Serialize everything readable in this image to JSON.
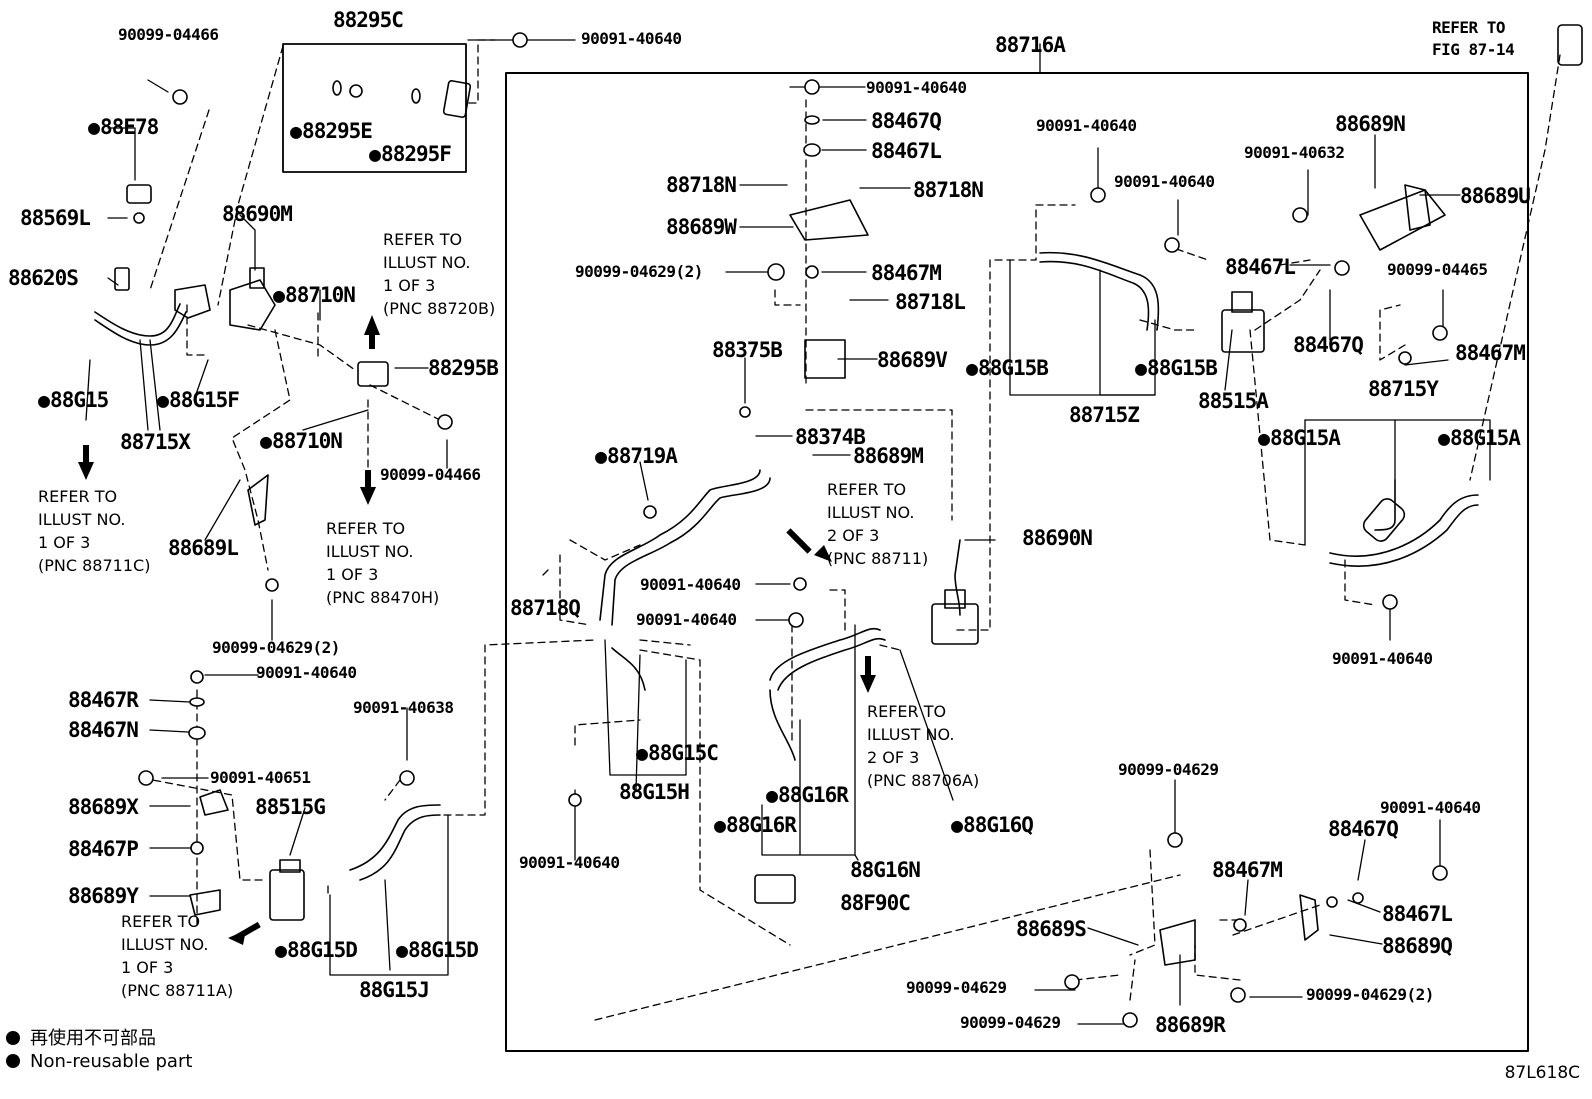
{
  "ref_corner": {
    "line1": "REFER TO",
    "line2": "FIG 87-14"
  },
  "notes": {
    "n1": [
      "REFER TO",
      "ILLUST NO.",
      "1 OF 3",
      "(PNC 88720B)"
    ],
    "n2": [
      "REFER TO",
      "ILLUST NO.",
      "1 OF 3",
      "(PNC 88711C)"
    ],
    "n3": [
      "REFER TO",
      "ILLUST NO.",
      "1 OF 3",
      "(PNC 88470H)"
    ],
    "n4": [
      "REFER TO",
      "ILLUST NO.",
      "2 OF 3",
      "(PNC 88711)"
    ],
    "n5": [
      "REFER TO",
      "ILLUST NO.",
      "2 OF 3",
      "(PNC 88706A)"
    ],
    "n6": [
      "REFER TO",
      "ILLUST NO.",
      "1 OF 3",
      "(PNC 88711A)"
    ]
  },
  "legend": {
    "line1": "再使用不可部品",
    "line2": "Non-reusable part"
  },
  "illustration_code": "87L618C",
  "parts": [
    {
      "id": "p0",
      "text": "90099-04466"
    },
    {
      "id": "p1",
      "text": "88295C"
    },
    {
      "id": "p2",
      "text": "90091-40640"
    },
    {
      "id": "p3",
      "text": "88716A"
    },
    {
      "id": "p4",
      "text": "88E78"
    },
    {
      "id": "p5",
      "text": "88295E"
    },
    {
      "id": "p6",
      "text": "88295F"
    },
    {
      "id": "p7",
      "text": "88569L"
    },
    {
      "id": "p8",
      "text": "88690M"
    },
    {
      "id": "p9",
      "text": "88620S"
    },
    {
      "id": "p10",
      "text": "88710N"
    },
    {
      "id": "p11",
      "text": "88295B"
    },
    {
      "id": "p12",
      "text": "88G15"
    },
    {
      "id": "p13",
      "text": "88G15F"
    },
    {
      "id": "p14",
      "text": "88710N"
    },
    {
      "id": "p15",
      "text": "88715X"
    },
    {
      "id": "p16",
      "text": "90099-04466"
    },
    {
      "id": "p17",
      "text": "88689L"
    },
    {
      "id": "p18",
      "text": "90099-04629(2)"
    },
    {
      "id": "p19",
      "text": "90091-40640"
    },
    {
      "id": "p20",
      "text": "88467R"
    },
    {
      "id": "p21",
      "text": "90091-40638"
    },
    {
      "id": "p22",
      "text": "88467N"
    },
    {
      "id": "p23",
      "text": "90091-40651"
    },
    {
      "id": "p24",
      "text": "88689X"
    },
    {
      "id": "p25",
      "text": "88515G"
    },
    {
      "id": "p26",
      "text": "88467P"
    },
    {
      "id": "p27",
      "text": "88689Y"
    },
    {
      "id": "p28",
      "text": "88G15D"
    },
    {
      "id": "p29",
      "text": "88G15D"
    },
    {
      "id": "p30",
      "text": "88G15J"
    },
    {
      "id": "p31",
      "text": "90091-40640"
    },
    {
      "id": "p32",
      "text": "88467Q"
    },
    {
      "id": "p33",
      "text": "88467L"
    },
    {
      "id": "p34",
      "text": "88718N"
    },
    {
      "id": "p35",
      "text": "88718N"
    },
    {
      "id": "p36",
      "text": "88689W"
    },
    {
      "id": "p37",
      "text": "90099-04629(2)"
    },
    {
      "id": "p38",
      "text": "88467M"
    },
    {
      "id": "p39",
      "text": "88718L"
    },
    {
      "id": "p40",
      "text": "88375B"
    },
    {
      "id": "p41",
      "text": "88689V"
    },
    {
      "id": "p42",
      "text": "88374B"
    },
    {
      "id": "p43",
      "text": "88719A"
    },
    {
      "id": "p44",
      "text": "88689M"
    },
    {
      "id": "p45",
      "text": "88718Q"
    },
    {
      "id": "p46",
      "text": "90091-40640"
    },
    {
      "id": "p47",
      "text": "90091-40640"
    },
    {
      "id": "p48",
      "text": "88G15C"
    },
    {
      "id": "p49",
      "text": "88G15H"
    },
    {
      "id": "p50",
      "text": "90091-40640"
    },
    {
      "id": "p51",
      "text": "88G16R"
    },
    {
      "id": "p52",
      "text": "88G16R"
    },
    {
      "id": "p53",
      "text": "88G16Q"
    },
    {
      "id": "p54",
      "text": "88G16N"
    },
    {
      "id": "p55",
      "text": "88F90C"
    },
    {
      "id": "p56",
      "text": "88690N"
    },
    {
      "id": "p57",
      "text": "90091-40640"
    },
    {
      "id": "p58",
      "text": "90091-40640"
    },
    {
      "id": "p59",
      "text": "88G15B"
    },
    {
      "id": "p60",
      "text": "88G15B"
    },
    {
      "id": "p61",
      "text": "88715Z"
    },
    {
      "id": "p62",
      "text": "88689N"
    },
    {
      "id": "p63",
      "text": "90091-40632"
    },
    {
      "id": "p64",
      "text": "88689U"
    },
    {
      "id": "p65",
      "text": "88467L"
    },
    {
      "id": "p66",
      "text": "90099-04465"
    },
    {
      "id": "p67",
      "text": "88515A"
    },
    {
      "id": "p68",
      "text": "88467Q"
    },
    {
      "id": "p69",
      "text": "88467M"
    },
    {
      "id": "p70",
      "text": "88715Y"
    },
    {
      "id": "p71",
      "text": "88G15A"
    },
    {
      "id": "p72",
      "text": "88G15A"
    },
    {
      "id": "p73",
      "text": "90091-40640"
    },
    {
      "id": "p74",
      "text": "90099-04629"
    },
    {
      "id": "p75",
      "text": "90091-40640"
    },
    {
      "id": "p76",
      "text": "88467Q"
    },
    {
      "id": "p77",
      "text": "88467M"
    },
    {
      "id": "p78",
      "text": "88467L"
    },
    {
      "id": "p79",
      "text": "88689S"
    },
    {
      "id": "p80",
      "text": "88689Q"
    },
    {
      "id": "p81",
      "text": "90099-04629"
    },
    {
      "id": "p82",
      "text": "90099-04629(2)"
    },
    {
      "id": "p83",
      "text": "90099-04629"
    },
    {
      "id": "p84",
      "text": "88689R"
    }
  ]
}
